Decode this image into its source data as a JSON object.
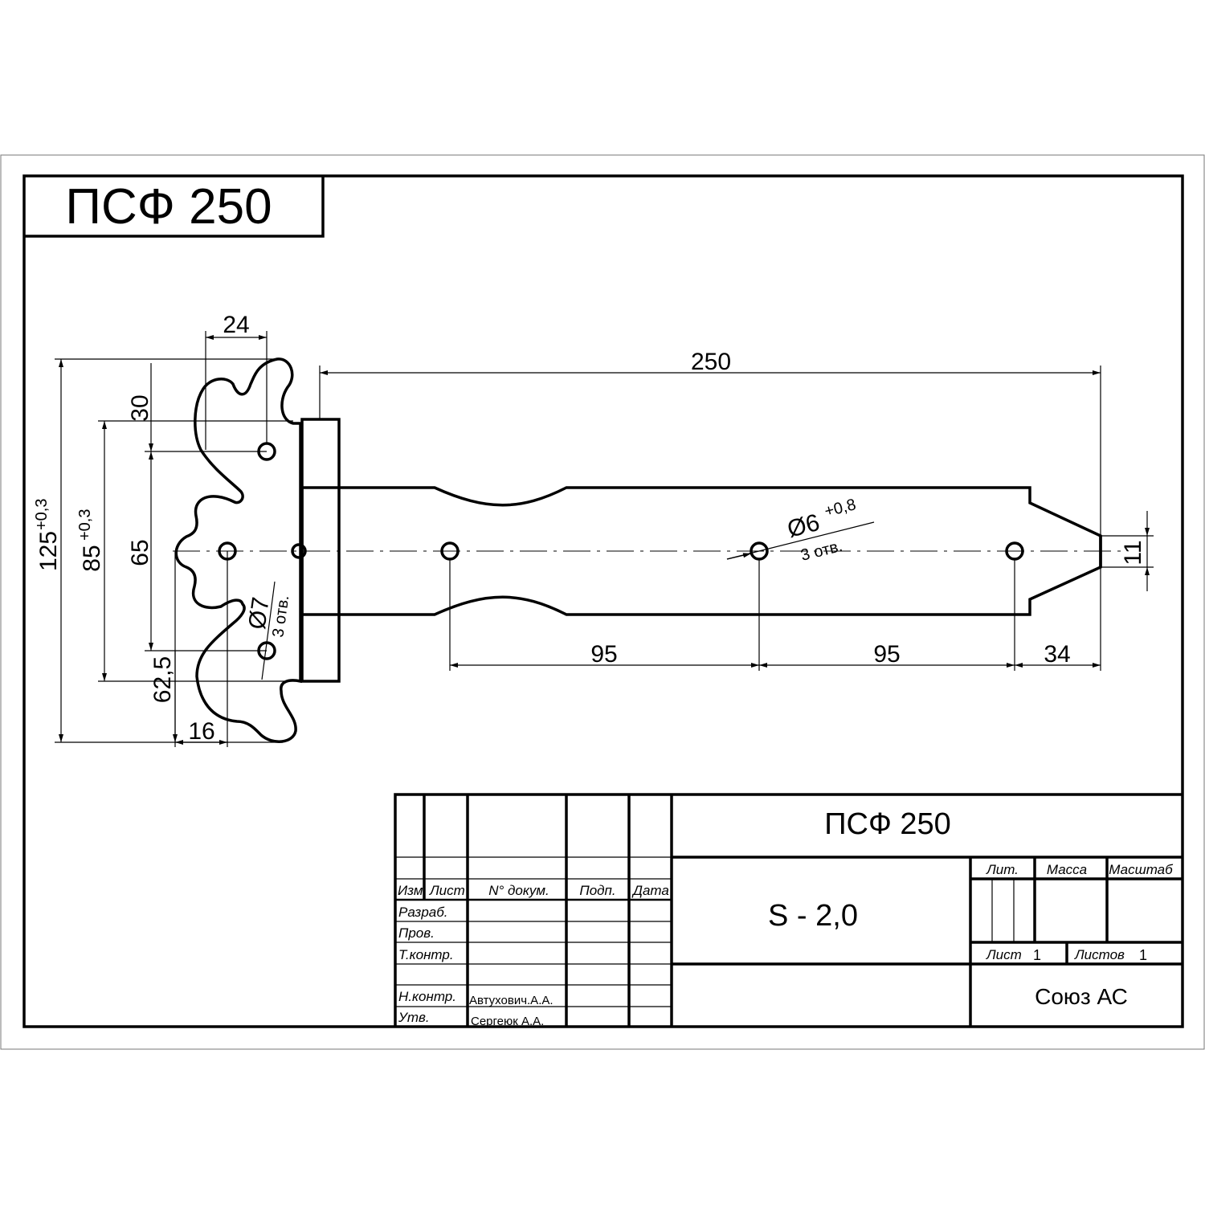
{
  "title_box": {
    "text": "ПСФ 250"
  },
  "dimensions": {
    "d24": "24",
    "d250": "250",
    "d30": "30",
    "d65": "65",
    "d85": "85",
    "d85_tol": "+0,3",
    "d125": "125",
    "d125_tol": "+0,3",
    "d62_5": "62,5",
    "d16": "16",
    "d95a": "95",
    "d95b": "95",
    "d34": "34",
    "d11": "11",
    "hole6": "Ø6",
    "hole6_tol": "+0,8",
    "hole6_count": "3 отв.",
    "hole7": "Ø7",
    "hole7_count": "3 отв."
  },
  "stamp": {
    "designation": "ПСФ 250",
    "material": "S - 2,0",
    "organization": "Союз АС",
    "headers": {
      "izm": "Изм",
      "list": "Лист",
      "doc": "N° докум.",
      "sign": "Подп.",
      "date": "Дата"
    },
    "roles": {
      "razrab": "Разраб.",
      "prov": "Пров.",
      "tkontr": "Т.контр.",
      "nkontr": "Н.контр.",
      "utv": "Утв."
    },
    "names": {
      "nkontr": "Автухович.А.А.",
      "utv": "Сергеюк А.А."
    },
    "lit": "Лит.",
    "massa": "Масса",
    "masshtab": "Масштаб",
    "sheet_label": "Лист",
    "sheet_value": "1",
    "sheets_label": "Листов",
    "sheets_value": "1"
  }
}
